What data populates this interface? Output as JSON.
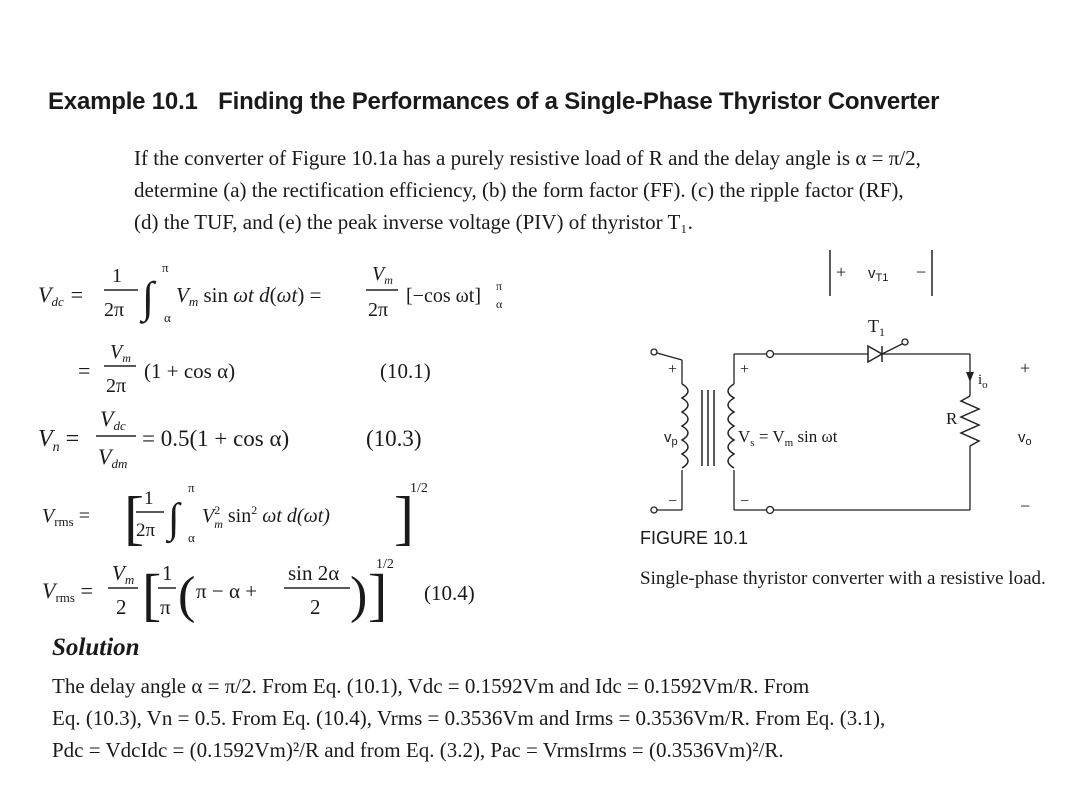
{
  "example": {
    "number": "Example 10.1",
    "title": "Finding the Performances of a Single-Phase Thyristor Converter"
  },
  "problem": [
    "If the converter of Figure 10.1a has a purely resistive load of R and the delay angle is α = π/2,",
    "determine (a) the rectification efficiency, (b) the form factor (FF). (c) the ripple factor (RF),",
    "(d) the TUF, and (e) the peak inverse voltage (PIV) of thyristor T₁."
  ],
  "equations": {
    "vdc_lhs": "Vdc =",
    "eq1_label": "(10.1)",
    "eq3_label": "(10.3)",
    "eq4_label": "(10.4)",
    "vn_result": "= 0.5(1 + cos α)",
    "vdc_result": "(1 + cos α)"
  },
  "figure": {
    "label": "FIGURE 10.1",
    "caption": "Single-phase thyristor converter with a resistive load.",
    "vt1": "vT1",
    "t1": "T1",
    "vp": "vp",
    "vs": "Vs = Vm sin ωt",
    "r": "R",
    "io": "io",
    "vo": "vo"
  },
  "solution": {
    "heading": "Solution",
    "lines": [
      "The delay angle α = π/2. From Eq. (10.1), Vdc = 0.1592Vm and Idc = 0.1592Vm/R. From",
      "Eq. (10.3), Vn = 0.5. From Eq. (10.4), Vrms = 0.3536Vm and Irms = 0.3536Vm/R. From Eq. (3.1),",
      "Pdc = VdcIdc = (0.1592Vm)²/R and from Eq. (3.2), Pac = VrmsIrms = (0.3536Vm)²/R."
    ]
  }
}
